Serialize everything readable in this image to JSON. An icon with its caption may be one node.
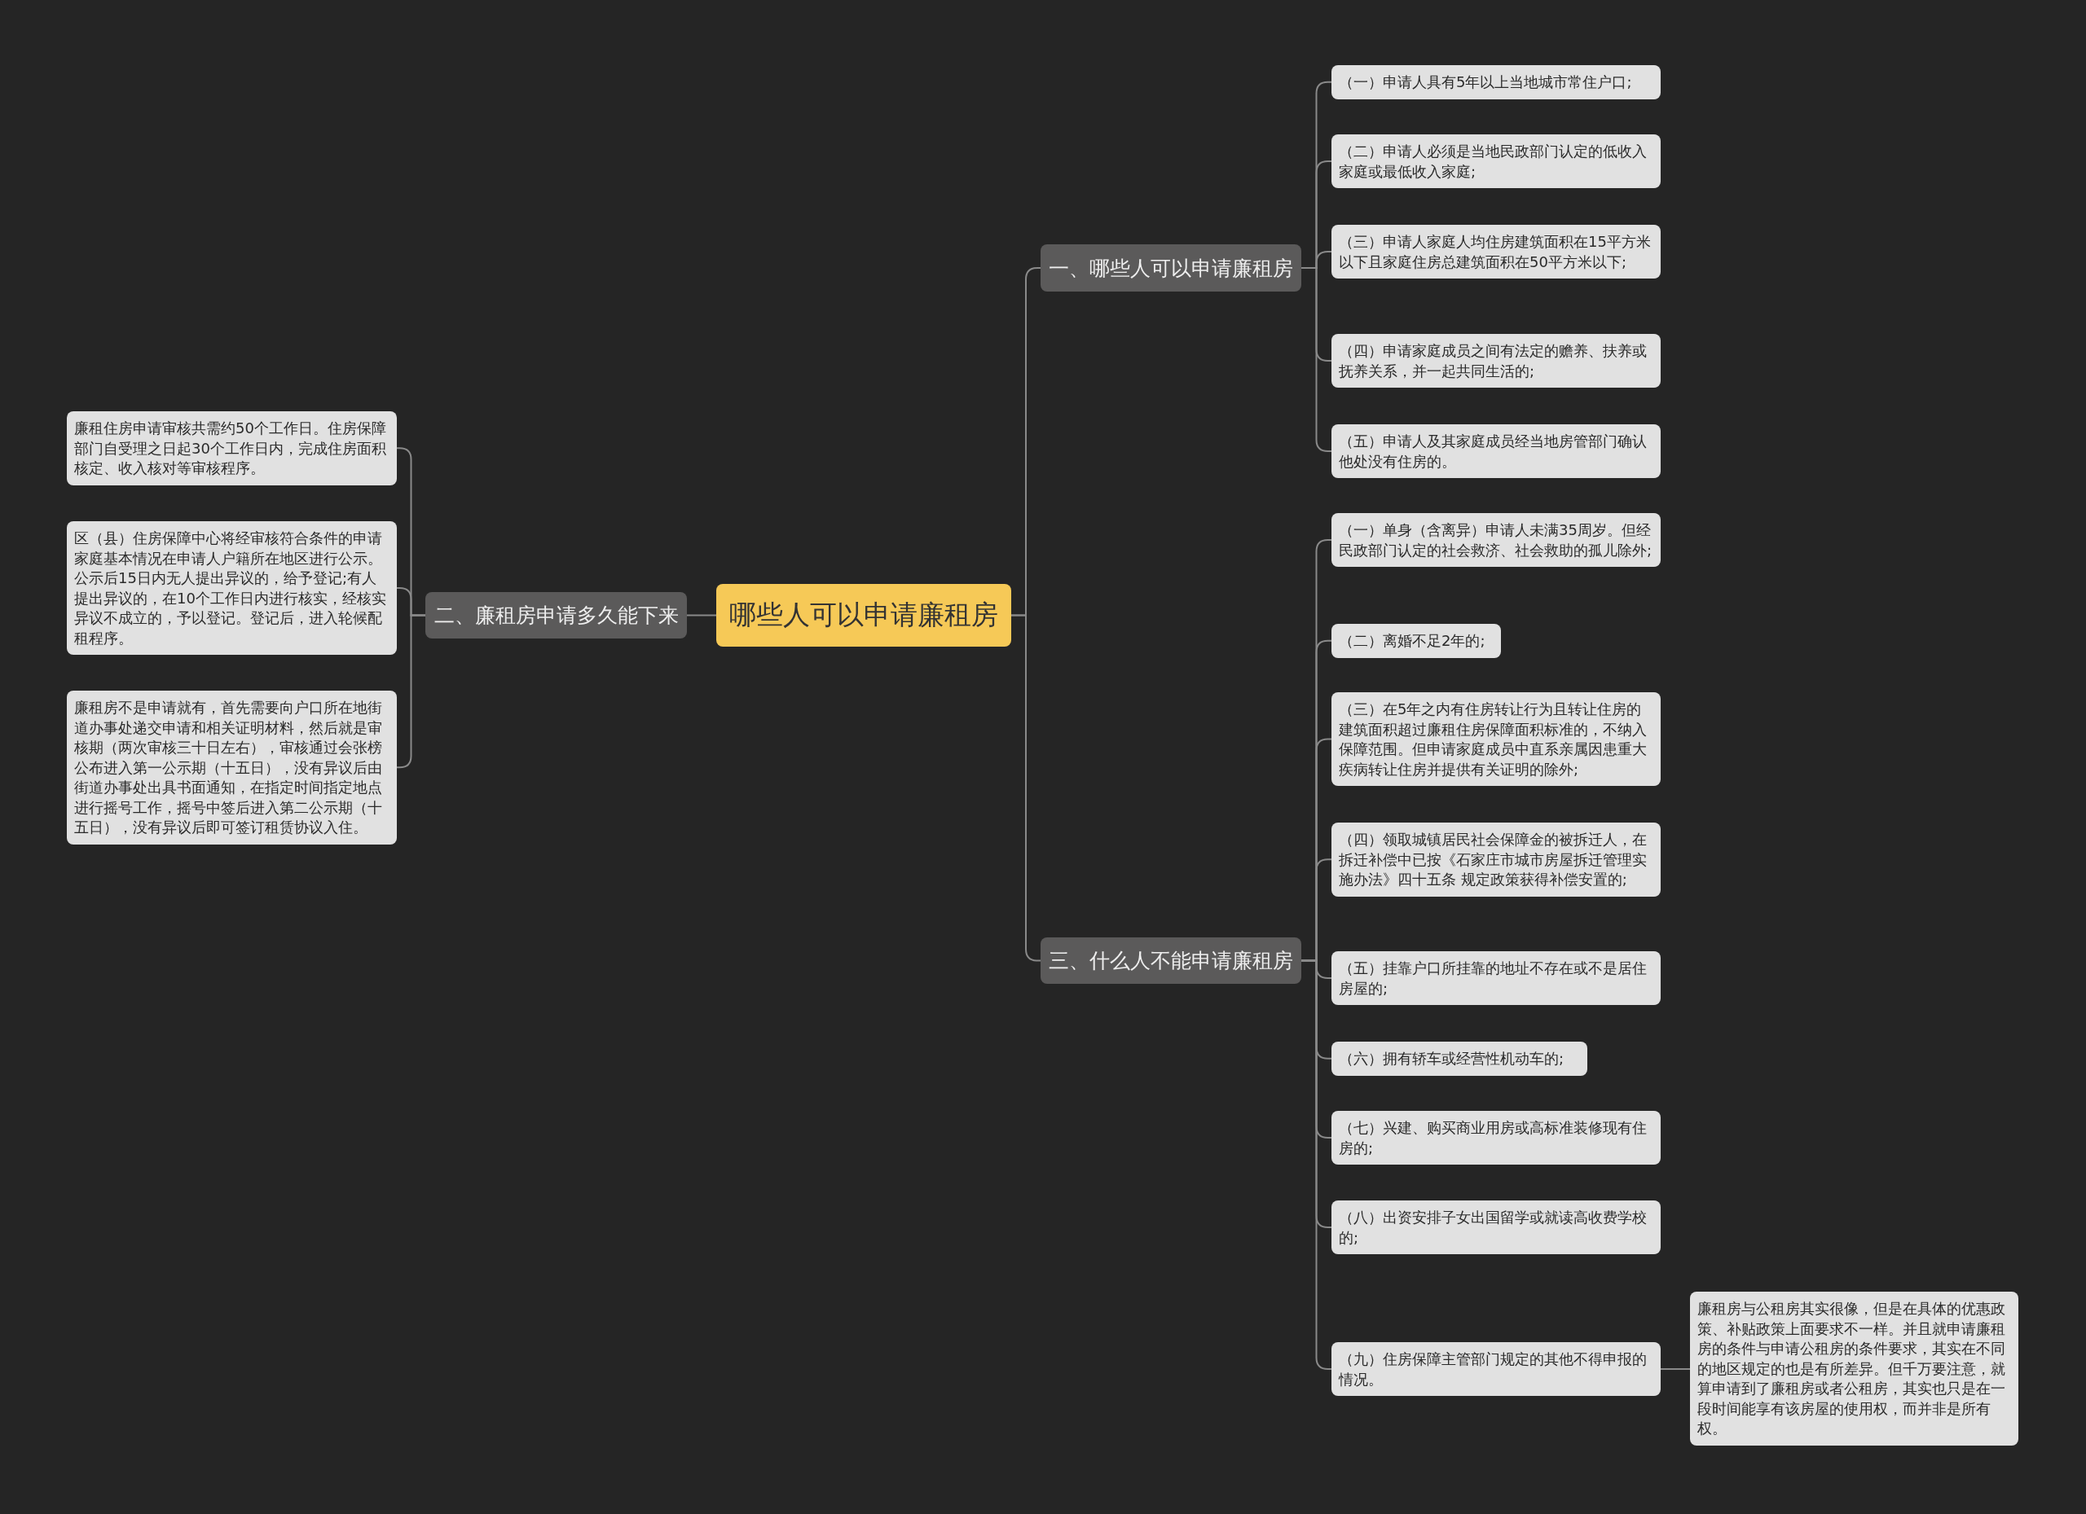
{
  "diagram": {
    "nodes": [
      {
        "text": [
          "哪些人可以申请廉租房"
        ]
      },
      {
        "text": [
          "一、哪些人可以申请廉租房"
        ]
      },
      {
        "text": [
          "（一）申请人具有5年以上当地城市常住户口;"
        ]
      },
      {
        "text": [
          "（二）申请人必须是当地民政部门认定的低收入家庭或最低收入家庭;"
        ]
      },
      {
        "text": [
          "（三）申请人家庭人均住房建筑面积在15平方米以下且家庭住房总建筑面积在50平方米以下;"
        ]
      },
      {
        "text": [
          "（四）申请家庭成员之间有法定的赡养、扶养或抚养关系，并一起共同生活的;"
        ]
      },
      {
        "text": [
          "（五）申请人及其家庭成员经当地房管部门确认他处没有住房的。"
        ]
      },
      {
        "text": [
          "二、廉租房申请多久能下来"
        ]
      },
      {
        "text": [
          "廉租住房申请审核共需约50个工作日。住房保障部门自受理之日起30个工作日内，完成住房面积核定、收入核对等审核程序。"
        ]
      },
      {
        "text": [
          "区（县）住房保障中心将经审核符合条件的申请家庭基本情况在申请人户籍所在地区进行公示。公示后15日内无人提出异议的，给予登记;有人提出异议的，在10个工作日内进行核实，经核实异议不成立的，予以登记。登记后，进入轮候配租程序。"
        ]
      },
      {
        "text": [
          "廉租房不是申请就有，首先需要向户口所在地街道办事处递交申请和相关证明材料，然后就是审核期（两次审核三十日左右），审核通过会张榜公布进入第一公示期（十五日），没有异议后由街道办事处出具书面通知，在指定时间指定地点进行摇号工作，摇号中签后进入第二公示期（十五日），没有异议后即可签订租赁协议入住。"
        ]
      },
      {
        "text": [
          "三、什么人不能申请廉租房"
        ]
      },
      {
        "text": [
          "（一）单身（含离异）申请人未满35周岁。但经民政部门认定的社会救济、社会救助的孤儿除外;"
        ]
      },
      {
        "text": [
          "（二）离婚不足2年的;"
        ]
      },
      {
        "text": [
          "（三）在5年之内有住房转让行为且转让住房的建筑面积超过廉租住房保障面积标准的，不纳入保障范围。但申请家庭成员中直系亲属因患重大疾病转让住房并提供有关证明的除外;"
        ]
      },
      {
        "text": [
          "（四）领取城镇居民社会保障金的被拆迁人，在拆迁补偿中已按《石家庄市城市房屋拆迁管理实施办法》四十五条 规定政策获得补偿安置的;"
        ]
      },
      {
        "text": [
          "（五）挂靠户口所挂靠的地址不存在或不是居住房屋的;"
        ]
      },
      {
        "text": [
          "（六）拥有轿车或经营性机动车的;"
        ]
      },
      {
        "text": [
          "（七）兴建、购买商业用房或高标准装修现有住房的;"
        ]
      },
      {
        "text": [
          "（八）出资安排子女出国留学或就读高收费学校的;"
        ]
      },
      {
        "text": [
          "（九）住房保障主管部门规定的其他不得申报的情况。"
        ]
      },
      {
        "text": [
          "廉租房与公租房其实很像，但是在具体的优惠政策、补贴政策上面要求不一样。并且就申请廉租房的条件与申请公租房的条件要求，其实在不同的地区规定的也是有所差异。但千万要注意，就算申请到了廉租房或者公租房，其实也只是在一段时间能享有该房屋的使用权，而并非是所有权。"
        ]
      }
    ],
    "edges": [
      {
        "from": 0,
        "to": 1,
        "arrow": "none"
      },
      {
        "from": 1,
        "to": 2,
        "arrow": "none"
      },
      {
        "from": 1,
        "to": 3,
        "arrow": "none"
      },
      {
        "from": 1,
        "to": 4,
        "arrow": "none"
      },
      {
        "from": 1,
        "to": 5,
        "arrow": "none"
      },
      {
        "from": 1,
        "to": 6,
        "arrow": "none"
      },
      {
        "from": 0,
        "to": 7,
        "arrow": "none"
      },
      {
        "from": 7,
        "to": 8,
        "arrow": "none"
      },
      {
        "from": 7,
        "to": 9,
        "arrow": "none"
      },
      {
        "from": 7,
        "to": 10,
        "arrow": "none"
      },
      {
        "from": 0,
        "to": 11,
        "arrow": "none"
      },
      {
        "from": 11,
        "to": 12,
        "arrow": "none"
      },
      {
        "from": 11,
        "to": 13,
        "arrow": "none"
      },
      {
        "from": 11,
        "to": 14,
        "arrow": "none"
      },
      {
        "from": 11,
        "to": 15,
        "arrow": "none"
      },
      {
        "from": 11,
        "to": 16,
        "arrow": "none"
      },
      {
        "from": 11,
        "to": 17,
        "arrow": "none"
      },
      {
        "from": 11,
        "to": 18,
        "arrow": "none"
      },
      {
        "from": 11,
        "to": 19,
        "arrow": "none"
      },
      {
        "from": 11,
        "to": 20,
        "arrow": "none"
      },
      {
        "from": 20,
        "to": 21,
        "arrow": "none"
      }
    ]
  }
}
